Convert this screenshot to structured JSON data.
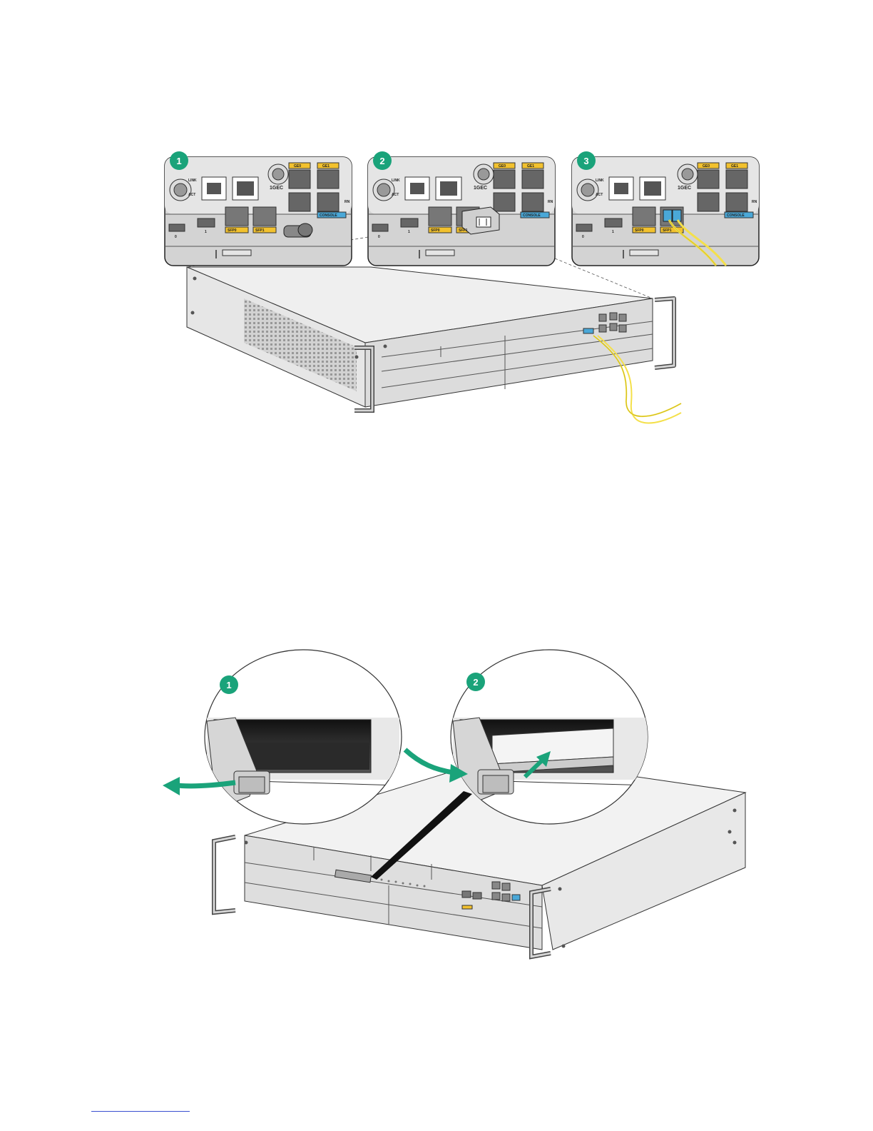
{
  "figure1": {
    "steps": [
      "1",
      "2",
      "3"
    ],
    "port_labels": {
      "sfp0": "SFP0",
      "sfp1": "SFP1",
      "ge0": "GE0",
      "ge1": "GE1",
      "console": "CONSOLE",
      "link": "LINK",
      "act": "ACT",
      "usb0": "0",
      "usb1": "1",
      "slot_id": "1GEC",
      "slot_num": "1",
      "rn": "RN"
    }
  },
  "figure2": {
    "steps": [
      "1",
      "2"
    ]
  },
  "colors": {
    "accent_green": "#1aa37a",
    "port_yellow": "#f2c12e",
    "console_blue": "#4aa8d8",
    "fiber_yellow": "#f4e04a",
    "chassis_gray": "#d9d9d9"
  }
}
